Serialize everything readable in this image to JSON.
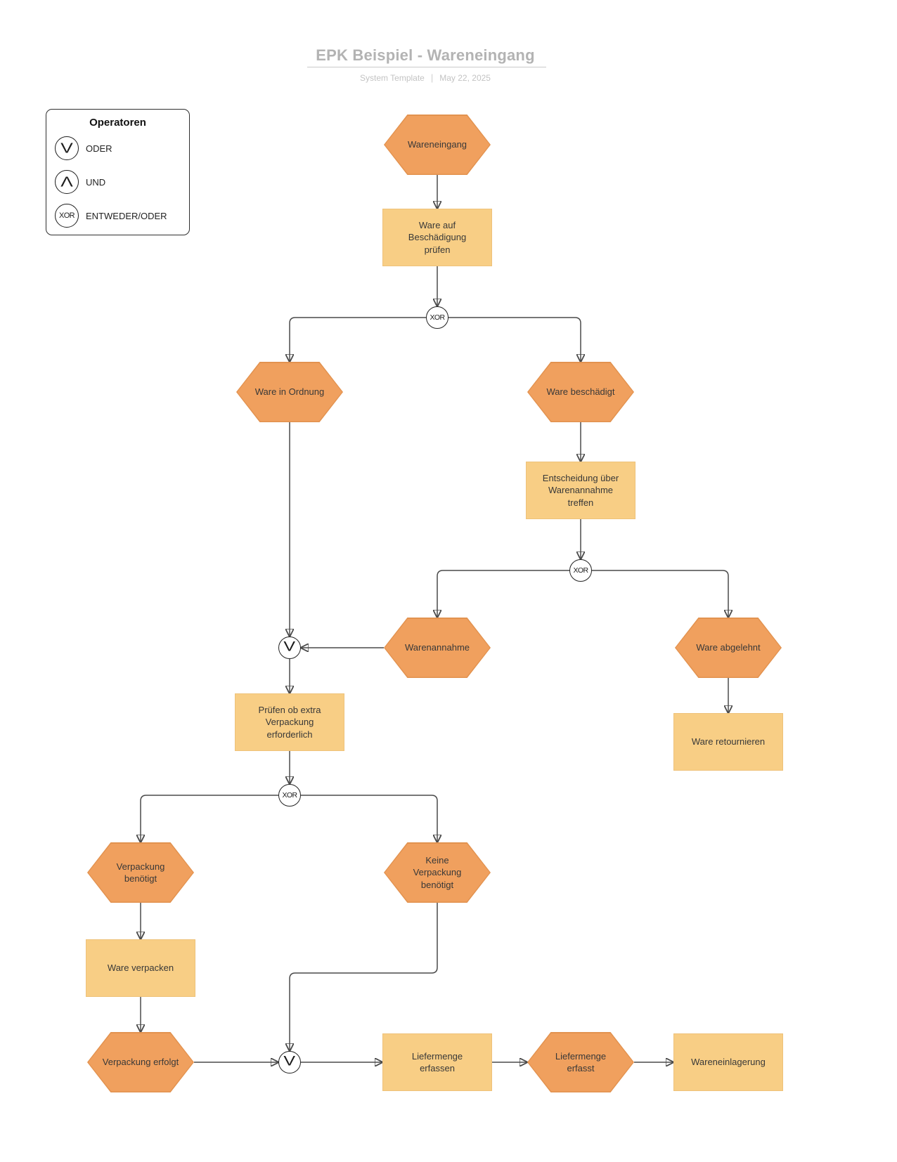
{
  "header": {
    "title": "EPK Beispiel - Wareneingang",
    "meta_left": "System Template",
    "meta_separator": "|",
    "meta_right": "May 22, 2025"
  },
  "legend": {
    "title": "Operatoren",
    "items": [
      {
        "symbol": "V",
        "label": "ODER"
      },
      {
        "symbol": "Λ",
        "label": "UND"
      },
      {
        "symbol": "XOR",
        "label": "ENTWEDER/ODER"
      }
    ]
  },
  "diagram": {
    "events": {
      "wareneingang": "Wareneingang",
      "ware_in_ordnung": "Ware in Ordnung",
      "ware_beschaedigt": "Ware beschädigt",
      "warenannahme": "Warenannahme",
      "ware_abgelehnt": "Ware abgelehnt",
      "verpackung_benoetigt": "Verpackung\nbenötigt",
      "keine_verpackung_benoetigt": "Keine\nVerpackung\nbenötigt",
      "verpackung_erfolgt": "Verpackung erfolgt",
      "liefermenge_erfasst": "Liefermenge\nerfasst"
    },
    "functions": {
      "ware_pruefen": "Ware auf\nBeschädigung\nprüfen",
      "entscheidung_treffen": "Entscheidung über\nWarenannahme\ntreffen",
      "ware_retournieren": "Ware retournieren",
      "verpackung_pruefen": "Prüfen ob extra\nVerpackung\nerforderlich",
      "ware_verpacken": "Ware verpacken",
      "liefermenge_erfassen": "Liefermenge\nerfassen",
      "wareneinlagerung": "Wareneinlagerung"
    },
    "operators": {
      "xor_label": "XOR",
      "or_symbol": "V"
    },
    "colors": {
      "event_fill": "#f0a05e",
      "event_border": "#e2924f",
      "function_fill": "#f8ce85",
      "function_border": "#eec27a",
      "line": "#4a4a4a"
    }
  }
}
